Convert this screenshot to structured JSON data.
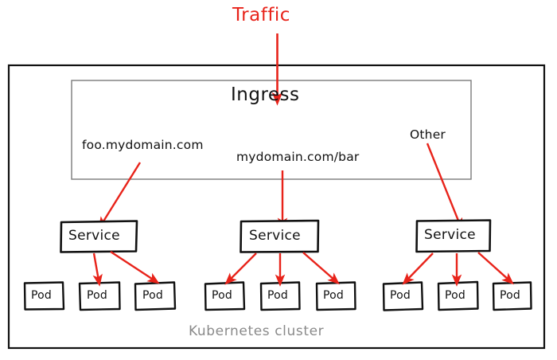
{
  "diagram": {
    "title_label": "Traffic",
    "cluster_label": "Kubernetes cluster",
    "ingress": {
      "label": "Ingress",
      "routes": [
        {
          "label": "foo.mydomain.com"
        },
        {
          "label": "mydomain.com/bar"
        },
        {
          "label": "Other"
        }
      ]
    },
    "groups": [
      {
        "service_label": "Service",
        "pods": [
          {
            "label": "Pod"
          },
          {
            "label": "Pod"
          },
          {
            "label": "Pod"
          }
        ]
      },
      {
        "service_label": "Service",
        "pods": [
          {
            "label": "Pod"
          },
          {
            "label": "Pod"
          },
          {
            "label": "Pod"
          }
        ]
      },
      {
        "service_label": "Service",
        "pods": [
          {
            "label": "Pod"
          },
          {
            "label": "Pod"
          },
          {
            "label": "Pod"
          }
        ]
      }
    ],
    "colors": {
      "arrow_red": "#e8231a",
      "box_black": "#111111",
      "ingress_border": "#7a7a7a",
      "cluster_text": "#8a8a8a",
      "background": "#ffffff"
    }
  }
}
